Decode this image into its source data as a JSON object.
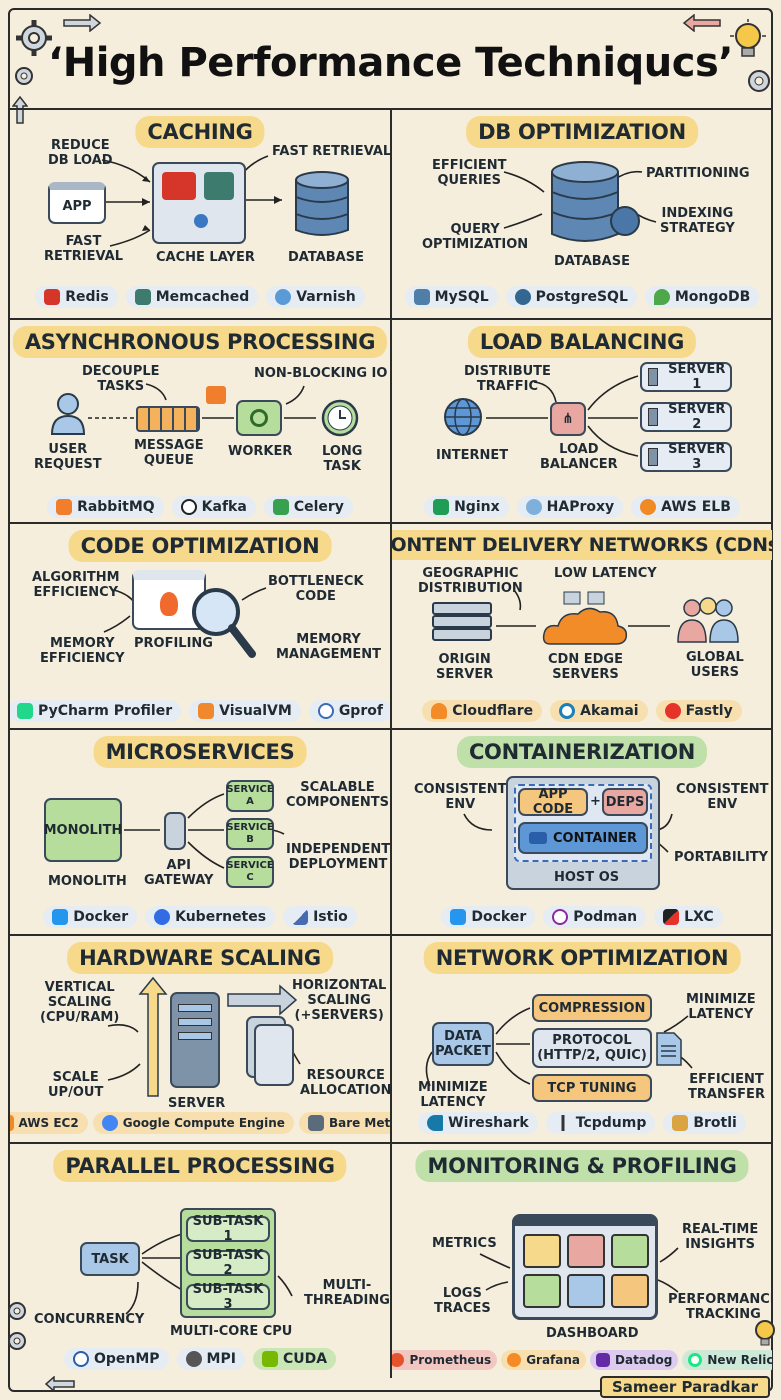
{
  "title": "‘High Performance Techniqucs’",
  "author": "Sameer Paradkar",
  "colors": {
    "background": "#f5eedc",
    "heading_yellow": "#f6d98a",
    "heading_green": "#bfe0a8",
    "blue_box": "#a9c7e6",
    "green_box": "#b7dd9d",
    "orange_box": "#f5c77e"
  },
  "panels": {
    "caching": {
      "heading": "CACHING",
      "labels": [
        "REDUCE\nDB LOAD",
        "FAST RETRIEVAL",
        "APP",
        "FAST\nRETRIEVAL",
        "CACHE LAYER",
        "DATABASE"
      ],
      "tools": [
        {
          "name": "Redis",
          "icon": "redis-icon"
        },
        {
          "name": "Memcached",
          "icon": "memcached-icon"
        },
        {
          "name": "Varnish",
          "icon": "varnish-icon"
        }
      ]
    },
    "db": {
      "heading": "DB OPTIMIZATION",
      "labels": [
        "EFFICIENT\nQUERIES",
        "PARTITIONING",
        "INDEXING\nSTRATEGY",
        "QUERY\nOPTIMIZATION",
        "DATABASE"
      ],
      "tools": [
        {
          "name": "MySQL",
          "icon": "mysql-icon"
        },
        {
          "name": "PostgreSQL",
          "icon": "postgresql-icon"
        },
        {
          "name": "MongoDB",
          "icon": "mongodb-icon"
        }
      ]
    },
    "async": {
      "heading": "ASYNCHRONOUS PROCESSING",
      "labels": [
        "DECOUPLE\nTASKS",
        "NON-BLOCKING IO",
        "USER\nREQUEST",
        "MESSAGE\nQUEUE",
        "WORKER",
        "LONG\nTASK"
      ],
      "tools": [
        {
          "name": "RabbitMQ",
          "icon": "rabbitmq-icon"
        },
        {
          "name": "Kafka",
          "icon": "kafka-icon"
        },
        {
          "name": "Celery",
          "icon": "celery-icon"
        }
      ]
    },
    "lb": {
      "heading": "LOAD BALANCING",
      "labels": [
        "DISTRIBUTE\nTRAFFIC",
        "INTERNET",
        "LOAD\nBALANCER",
        "SERVER 1",
        "SERVER 2",
        "SERVER 3"
      ],
      "tools": [
        {
          "name": "Nginx",
          "icon": "nginx-icon"
        },
        {
          "name": "HAProxy",
          "icon": "haproxy-icon"
        },
        {
          "name": "AWS ELB",
          "icon": "aws-elb-icon"
        }
      ]
    },
    "code": {
      "heading": "CODE OPTIMIZATION",
      "labels": [
        "ALGORITHM\nEFFICIENCY",
        "BOTTLENECK\nCODE",
        "MEMORY\nEFFICIENCY",
        "PROFILING",
        "MEMORY\nMANAGEMENT"
      ],
      "tools": [
        {
          "name": "PyCharm Profiler",
          "icon": "pycharm-icon"
        },
        {
          "name": "VisualVM",
          "icon": "visualvm-icon"
        },
        {
          "name": "Gprof",
          "icon": "gprof-icon"
        }
      ]
    },
    "cdn": {
      "heading": "CONTENT DELIVERY NETWORKS (CDNs)",
      "labels": [
        "GEOGRAPHIC\nDISTRIBUTION",
        "LOW LATENCY",
        "ORIGIN\nSERVER",
        "CDN EDGE\nSERVERS",
        "GLOBAL\nUSERS"
      ],
      "tools": [
        {
          "name": "Cloudflare",
          "icon": "cloudflare-icon"
        },
        {
          "name": "Akamai",
          "icon": "akamai-icon"
        },
        {
          "name": "Fastly",
          "icon": "fastly-icon"
        }
      ]
    },
    "micro": {
      "heading": "MICROSERVICES",
      "labels": [
        "SCALABLE\nCOMPONENTS",
        "MONOLITH",
        "SERVICE\nA",
        "SERVICE\nB",
        "SERVICE\nC",
        "INDEPENDENT\nDEPLOYMENT",
        "MONOLITH",
        "API\nGATEWAY"
      ],
      "tools": [
        {
          "name": "Docker",
          "icon": "docker-icon"
        },
        {
          "name": "Kubernetes",
          "icon": "kubernetes-icon"
        },
        {
          "name": "Istio",
          "icon": "istio-icon"
        }
      ]
    },
    "container": {
      "heading": "CONTAINERIZATION",
      "labels": [
        "CONSISTENT\nENV",
        "APP CODE",
        "+",
        "DEPS",
        "CONSISTENT\nENV",
        "CONTAINER",
        "PORTABILITY",
        "HOST OS"
      ],
      "tools": [
        {
          "name": "Docker",
          "icon": "docker-icon"
        },
        {
          "name": "Podman",
          "icon": "podman-icon"
        },
        {
          "name": "LXC",
          "icon": "lxc-icon"
        }
      ]
    },
    "hw": {
      "heading": "HARDWARE SCALING",
      "labels": [
        "VERTICAL\nSCALING\n(CPU/RAM)",
        "HORIZONTAL\nSCALING\n(+SERVERS)",
        "SCALE\nUP/OUT",
        "RESOURCE\nALLOCATION",
        "SERVER"
      ],
      "tools": [
        {
          "name": "AWS EC2",
          "icon": "aws-ec2-icon"
        },
        {
          "name": "Google Compute Engine",
          "icon": "gce-icon"
        },
        {
          "name": "Bare Metal",
          "icon": "bare-metal-icon"
        }
      ]
    },
    "net": {
      "heading": "NETWORK OPTIMIZATION",
      "labels": [
        "COMPRESSION",
        "MINIMIZE\nLATENCY",
        "DATA\nPACKET",
        "PROTOCOL\n(HTTP/2, QUIC)",
        "MINIMIZE\nLATENCY",
        "TCP TUNING",
        "EFFICIENT\nTRANSFER"
      ],
      "tools": [
        {
          "name": "Wireshark",
          "icon": "wireshark-icon"
        },
        {
          "name": "Tcpdump",
          "icon": "tcpdump-icon"
        },
        {
          "name": "Brotli",
          "icon": "brotli-icon"
        }
      ]
    },
    "parallel": {
      "heading": "PARALLEL PROCESSING",
      "labels": [
        "SUB-TASK 1",
        "TASK",
        "SUB-TASK 2",
        "SUB-TASK 3",
        "MULTI-\nTHREADING",
        "CONCURRENCY",
        "MULTI-CORE CPU"
      ],
      "tools": [
        {
          "name": "OpenMP",
          "icon": "openmp-icon"
        },
        {
          "name": "MPI",
          "icon": "mpi-icon"
        },
        {
          "name": "CUDA",
          "icon": "cuda-icon"
        }
      ]
    },
    "monitor": {
      "heading": "MONITORING & PROFILING",
      "labels": [
        "METRICS",
        "REAL-TIME\nINSIGHTS",
        "LOGS\nTRACES",
        "PERFORMANCE\nTRACKING",
        "DASHBOARD"
      ],
      "tools": [
        {
          "name": "Prometheus",
          "icon": "prometheus-icon"
        },
        {
          "name": "Grafana",
          "icon": "grafana-icon"
        },
        {
          "name": "Datadog",
          "icon": "datadog-icon"
        },
        {
          "name": "New Relic",
          "icon": "new-relic-icon"
        }
      ]
    }
  }
}
